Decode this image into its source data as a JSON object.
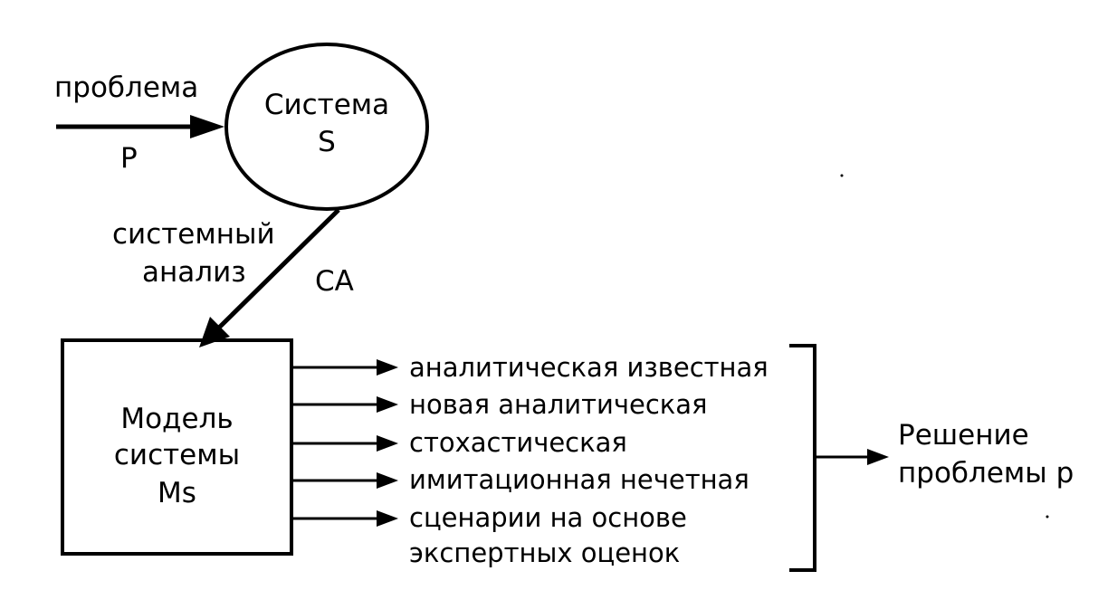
{
  "input": {
    "label": "проблема",
    "symbol": "P"
  },
  "system": {
    "line1": "Система",
    "line2": "S"
  },
  "analysis": {
    "line1": "системный",
    "line2": "анализ",
    "abbrev": "СА"
  },
  "model": {
    "line1": "Модель",
    "line2": "системы",
    "line3": "Ms"
  },
  "outputs": [
    {
      "label": "аналитическая известная"
    },
    {
      "label": "новая аналитическая"
    },
    {
      "label": "стохастическая"
    },
    {
      "label": "имитационная нечетная"
    },
    {
      "label": "сценарии на основе",
      "label2": "экспертных оценок"
    }
  ],
  "result": {
    "line1": "Решение",
    "line2": "проблемы р"
  }
}
